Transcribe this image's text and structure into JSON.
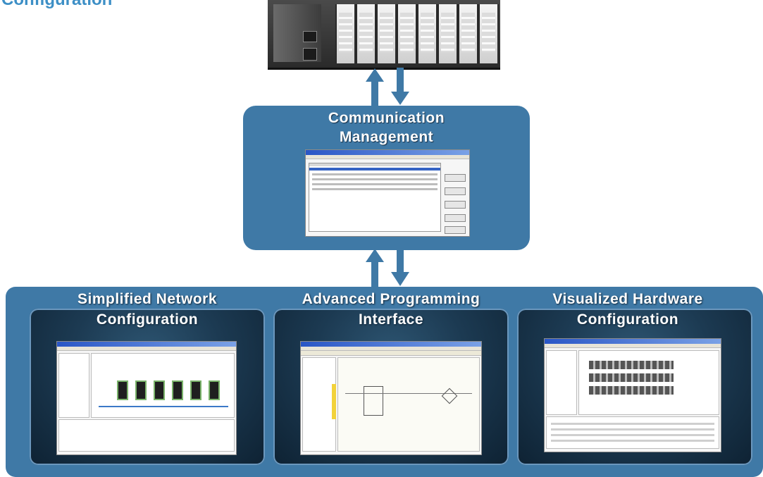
{
  "page": {
    "title": "k Configuration"
  },
  "center": {
    "title_line1": "Communication",
    "title_line2": "Management"
  },
  "cards": [
    {
      "line1": "Simplified Network",
      "line2": "Configuration"
    },
    {
      "line1": "Advanced Programming",
      "line2": "Interface"
    },
    {
      "line1": "Visualized Hardware",
      "line2": "Configuration"
    }
  ],
  "colors": {
    "panel": "#3f79a6",
    "title": "#3d8fc6",
    "card_dark": "#0e2233",
    "arrow": "#3f79a6"
  }
}
